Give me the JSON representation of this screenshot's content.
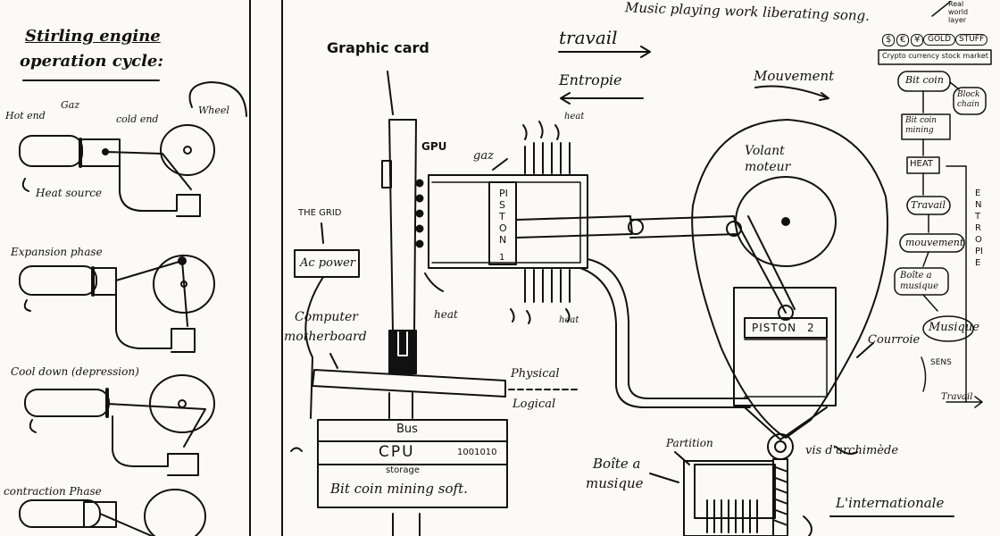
{
  "top_song_line": "Music playing work liberating song.",
  "stirling": {
    "title_line1": "Stirling engine",
    "title_line2": "operation cycle:",
    "hot_end": "Hot end",
    "gaz": "Gaz",
    "cold_end": "cold end",
    "wheel": "Wheel",
    "heat_source": "Heat source",
    "expansion": "Expansion phase",
    "cool_down": "Cool down (depression)",
    "contraction": "contraction Phase"
  },
  "center": {
    "graphic_card": "Graphic card",
    "gpu": "GPU",
    "the_grid": "THE GRID",
    "ac_power": "Ac power",
    "computer_line1": "Computer",
    "computer_line2": "motherboard",
    "heat_left": "heat",
    "physical": "Physical",
    "logical": "Logical",
    "bus": "Bus",
    "cpu": "CPU",
    "binary": "1001010",
    "storage": "storage",
    "bitcoin_soft": "Bit coin mining soft."
  },
  "engine": {
    "travail": "travail",
    "entropie": "Entropie",
    "mouvement": "Mouvement",
    "heat_top": "heat",
    "heat_bottom": "heat",
    "gaz": "gaz",
    "piston_vertical": "PISTON",
    "piston_num": "1",
    "volant_line1": "Volant",
    "volant_line2": "moteur",
    "piston2": "PISTON",
    "piston2_num": "2",
    "courroie": "Courroie",
    "vis": "vis d'archimède",
    "partition": "Partition",
    "boite_line1": "Boîte a",
    "boite_line2": "musique",
    "internationale": "L'internationale"
  },
  "flow": {
    "real_world_layer": "Real world layer",
    "dollar": "$",
    "euro": "€",
    "yen": "¥",
    "gold": "GOLD",
    "stuff": "STUFF",
    "crypto_market": "Crypto currency stock market",
    "bitcoin": "Bit coin",
    "blockchain": "Block chain",
    "bitcoin_mining": "Bit coin mining",
    "heat": "HEAT",
    "travail": "Travail",
    "mouvement": "mouvement",
    "boite_musique": "Boîte a musique",
    "musique": "Musique",
    "sens": "SENS",
    "travail_bottom": "Travail",
    "entropie_vertical": "ENTROPIE"
  },
  "colors": {
    "ink": "#111111",
    "paper": "#fbfaf6"
  }
}
